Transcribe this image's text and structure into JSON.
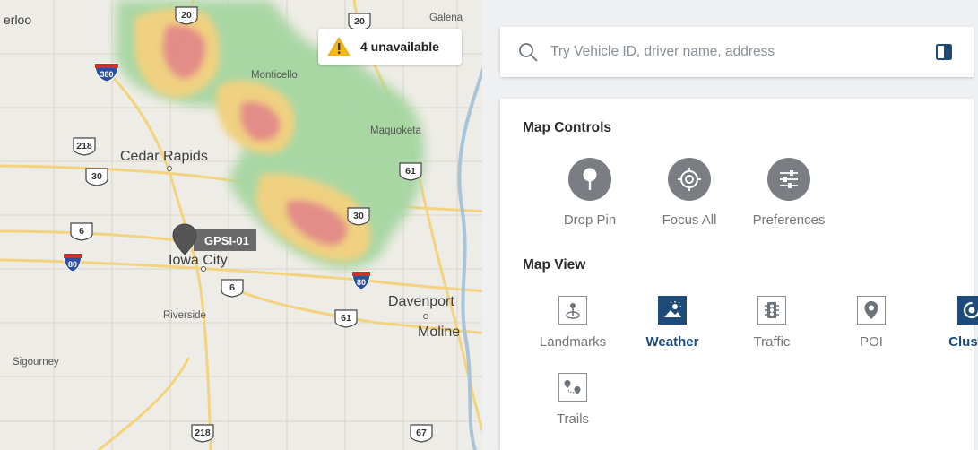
{
  "map": {
    "warning": {
      "icon": "warning-triangle-icon",
      "text": "4 unavailable"
    },
    "vehicle": {
      "label": "GPSI-01",
      "icon": "map-pin-icon"
    },
    "cities": {
      "waterloo": "erloo",
      "galena": "Galena",
      "monticello": "Monticello",
      "cedar_rapids": "Cedar Rapids",
      "maquoketa": "Maquoketa",
      "iowa_city": "Iowa City",
      "riverside": "Riverside",
      "davenport": "Davenport",
      "moline": "Moline",
      "sigourney": "Sigourney"
    },
    "routes": {
      "us20_a": "20",
      "us20_b": "20",
      "i380": "380",
      "us218_a": "218",
      "us30_a": "30",
      "us61_a": "61",
      "us30_b": "30",
      "us6_a": "6",
      "i80_a": "80",
      "i80_b": "80",
      "us6_b": "6",
      "us61_b": "61",
      "us218_b": "218",
      "us67": "67"
    }
  },
  "search": {
    "placeholder": "Try Vehicle ID, driver name, address",
    "value": ""
  },
  "map_controls": {
    "title": "Map Controls",
    "items": [
      {
        "label": "Drop Pin",
        "icon": "drop-pin-icon"
      },
      {
        "label": "Focus All",
        "icon": "focus-all-icon"
      },
      {
        "label": "Preferences",
        "icon": "preferences-sliders-icon"
      }
    ]
  },
  "map_view": {
    "title": "Map View",
    "items": [
      {
        "label": "Landmarks",
        "icon": "landmarks-icon",
        "active": false
      },
      {
        "label": "Weather",
        "icon": "weather-icon",
        "active": true
      },
      {
        "label": "Traffic",
        "icon": "traffic-light-icon",
        "active": false
      },
      {
        "label": "POI",
        "icon": "poi-pin-icon",
        "active": false
      },
      {
        "label": "Cluster",
        "icon": "cluster-icon",
        "active": true
      },
      {
        "label": "Trails",
        "icon": "trails-icon",
        "active": false
      }
    ]
  },
  "colors": {
    "accent": "#1d4a78",
    "control_circle": "#7a7e83",
    "warning": "#f2b91a",
    "radar_green": "#9fd39b",
    "radar_yellow": "#f0d27a",
    "radar_red": "#e78a85"
  }
}
